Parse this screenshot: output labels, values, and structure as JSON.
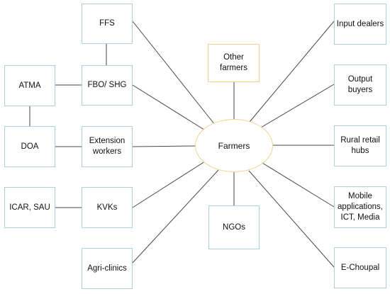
{
  "colors": {
    "box_border": "#a9cfe0",
    "center_border": "#f3d190",
    "connector": "#4a4a4a"
  },
  "center": {
    "label": "Farmers"
  },
  "nodes": {
    "ffs": {
      "label": "FFS"
    },
    "fbo_shg": {
      "label": "FBO/ SHG"
    },
    "atma": {
      "label": "ATMA"
    },
    "doa": {
      "label": "DOA"
    },
    "extension_workers": {
      "label": "Extension\nworkers"
    },
    "icar_sau": {
      "label": "ICAR, SAU"
    },
    "kvks": {
      "label": "KVKs"
    },
    "agri_clinics": {
      "label": "Agri-clinics"
    },
    "other_farmers": {
      "label": "Other\nfarmers"
    },
    "ngos": {
      "label": "NGOs"
    },
    "input_dealers": {
      "label": "Input dealers"
    },
    "output_buyers": {
      "label": "Output\nbuyers"
    },
    "rural_retail_hubs": {
      "label": "Rural retail\nhubs"
    },
    "mobile_applications": {
      "label": "Mobile\napplications,\nICT, Media"
    },
    "e_choupal": {
      "label": "E-Choupal"
    }
  }
}
